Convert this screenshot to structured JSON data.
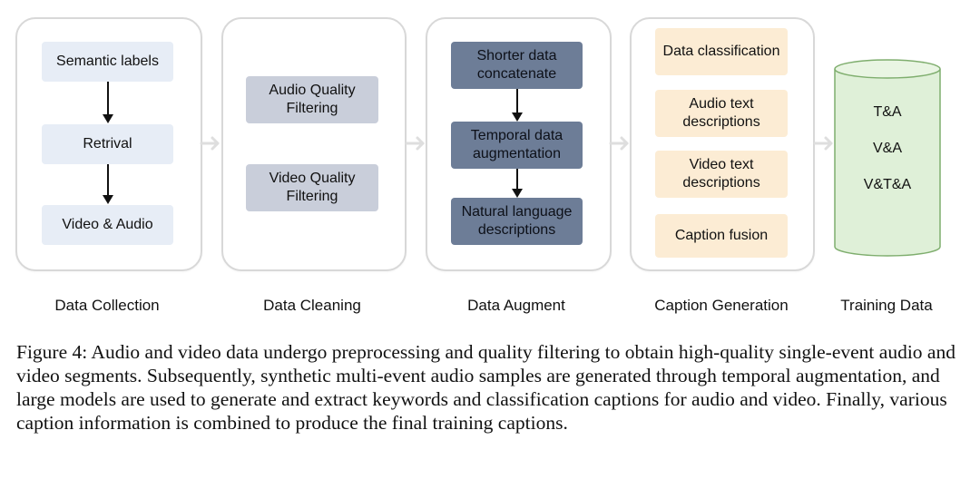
{
  "stages": {
    "collection": {
      "label": "Data Collection",
      "nodes": [
        "Semantic labels",
        "Retrival",
        "Video & Audio"
      ]
    },
    "cleaning": {
      "label": "Data Cleaning",
      "nodes": [
        "Audio Quality\nFiltering",
        "Video Quality\nFiltering"
      ]
    },
    "augment": {
      "label": "Data Augment",
      "nodes": [
        "Shorter data\nconcatenate",
        "Temporal data\naugmentation",
        "Natural language\ndescriptions"
      ]
    },
    "caption": {
      "label": "Caption Generation",
      "nodes": [
        "Data classification",
        "Audio text\ndescriptions",
        "Video text\ndescriptions",
        "Caption fusion"
      ]
    },
    "training": {
      "label": "Training Data",
      "items": [
        "T&A",
        "V&A",
        "V&T&A"
      ]
    }
  },
  "colors": {
    "collection_fill": "#e7edf6",
    "cleaning_fill": "#c9ceda",
    "augment_fill": "#6d7d97",
    "caption_fill": "#fcecd4",
    "training_fill": "#dff0d8",
    "training_stroke": "#7fae6e"
  },
  "caption": "Figure 4: Audio and video data undergo preprocessing and quality filtering to obtain high-quality single-event audio and video segments. Subsequently, synthetic multi-event audio samples are generated through temporal augmentation, and large models are used to generate and extract keywords and classification captions for audio and video. Finally, various caption information is combined to produce the final training captions."
}
